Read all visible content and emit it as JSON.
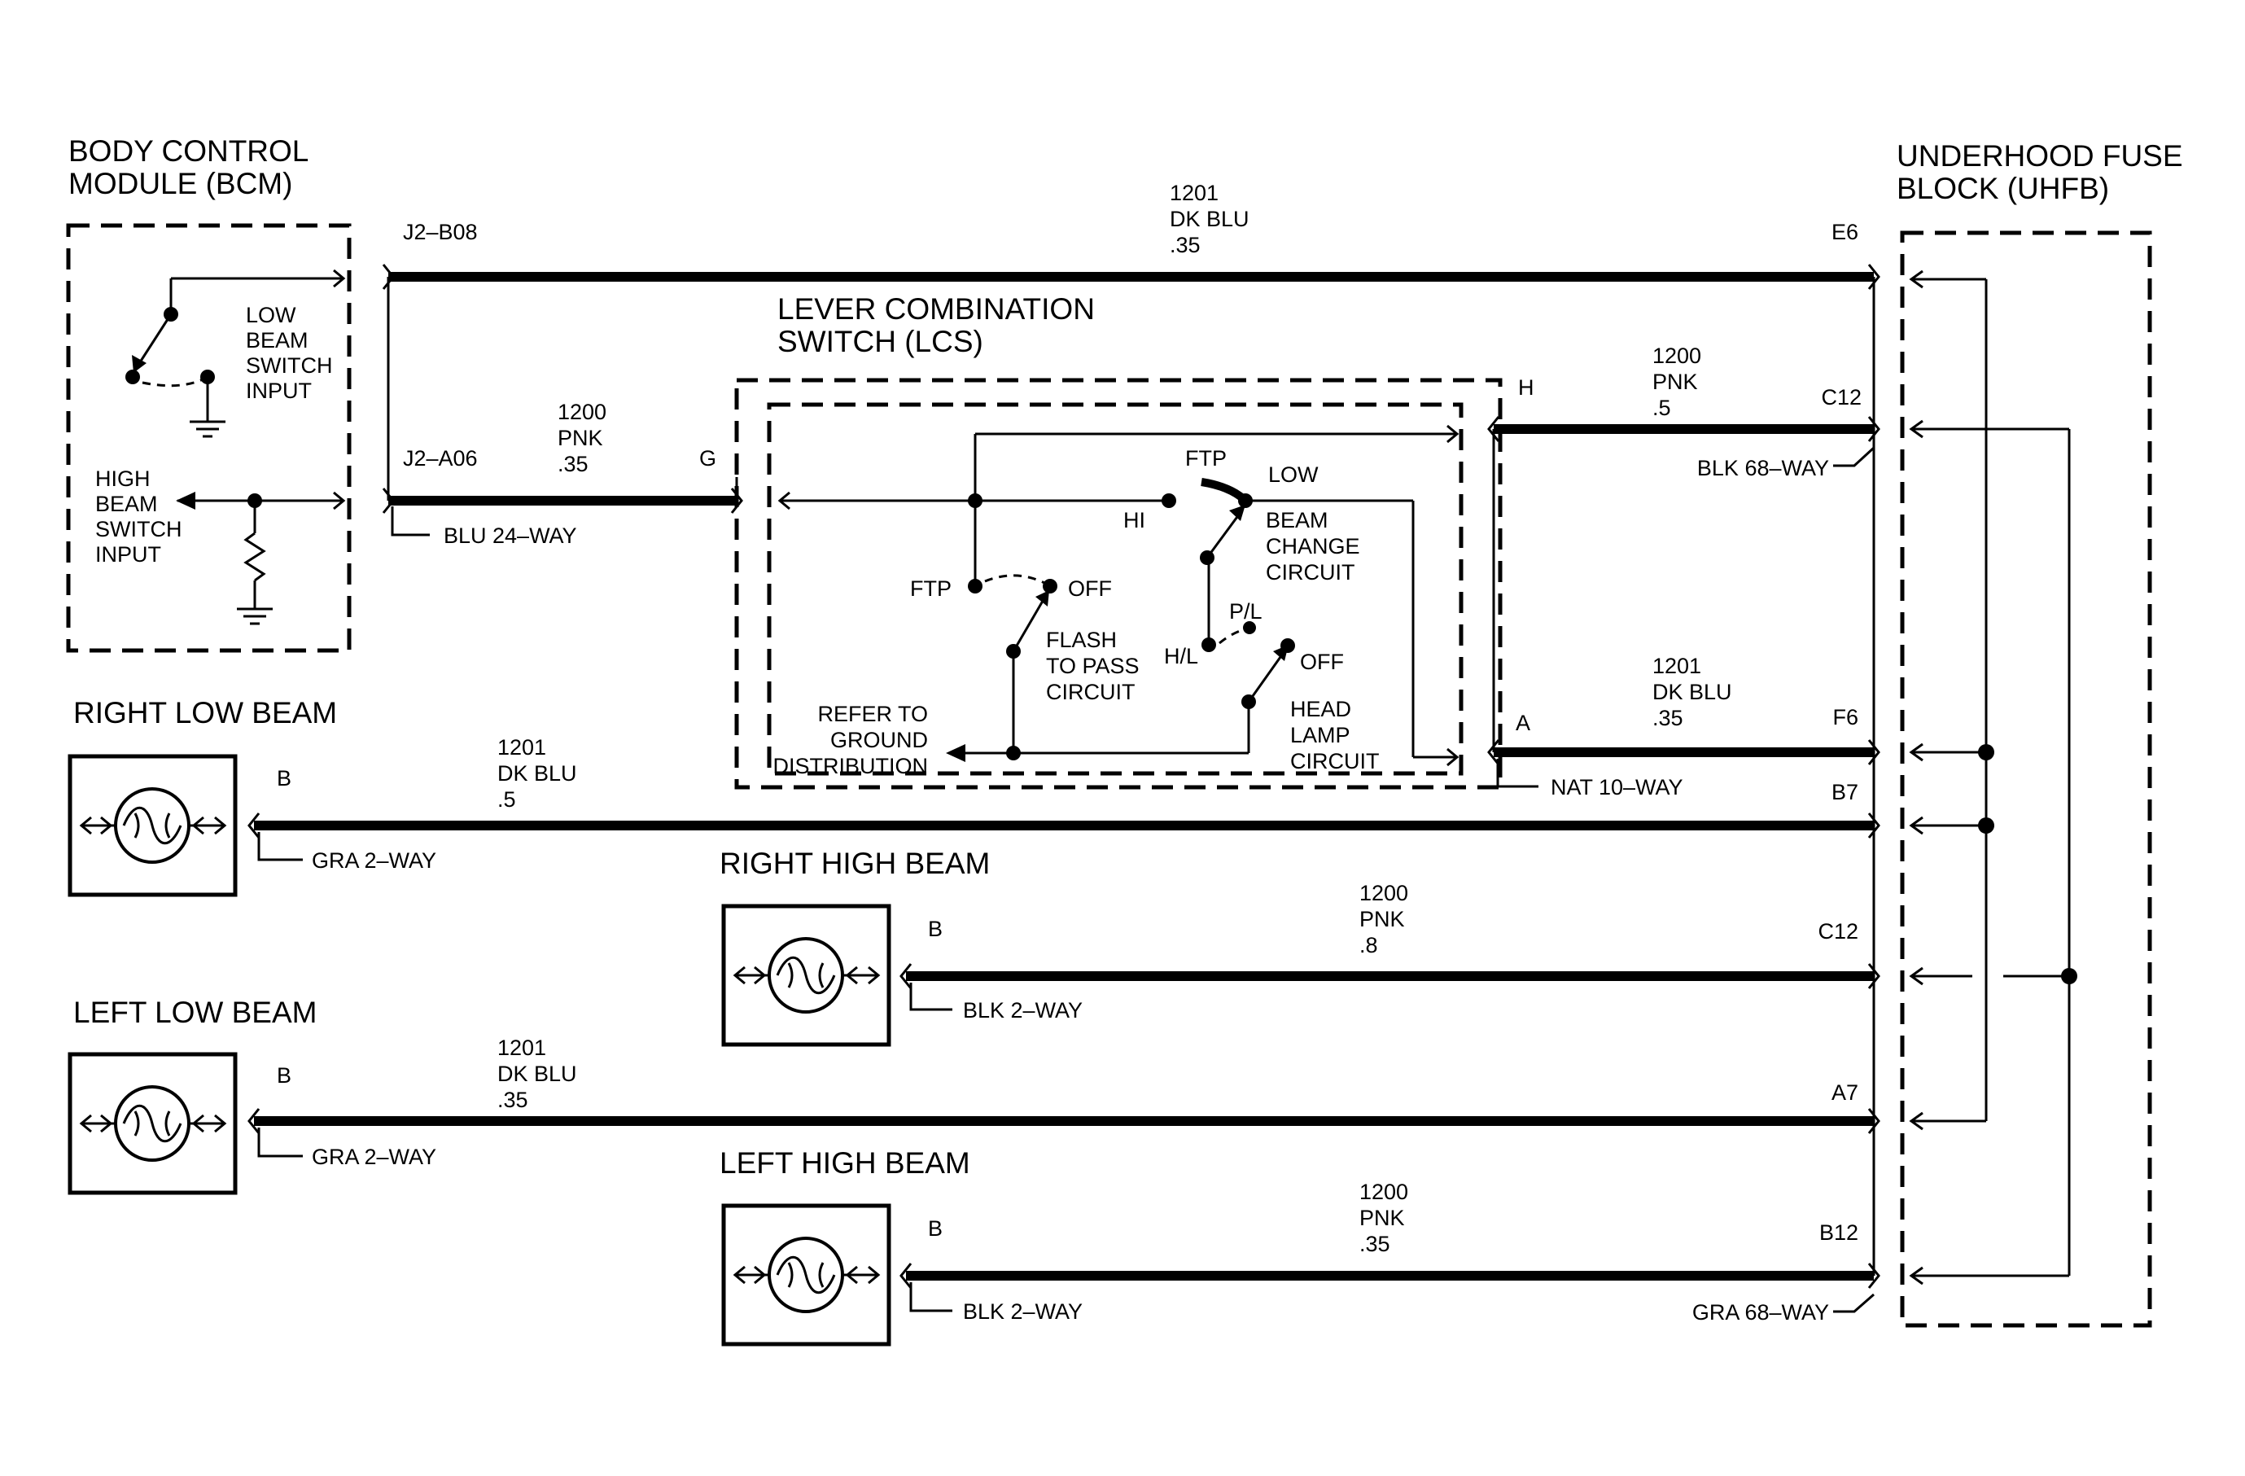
{
  "modules": {
    "bcm": {
      "line1": "BODY CONTROL",
      "line2": "MODULE (BCM)"
    },
    "uhfb": {
      "line1": "UNDERHOOD FUSE",
      "line2": "BLOCK (UHFB)"
    },
    "lcs": {
      "line1": "LEVER COMBINATION",
      "line2": "SWITCH (LCS)"
    }
  },
  "bcm_internal": {
    "low_beam": [
      "LOW",
      "BEAM",
      "SWITCH",
      "INPUT"
    ],
    "high_beam": [
      "HIGH",
      "BEAM",
      "SWITCH",
      "INPUT"
    ]
  },
  "lamps": {
    "right_low": "RIGHT LOW BEAM",
    "right_high": "RIGHT HIGH BEAM",
    "left_low": "LEFT LOW BEAM",
    "left_high": "LEFT HIGH BEAM"
  },
  "lcs_internal": {
    "ftp_top": "FTP",
    "low": "LOW",
    "hi": "HI",
    "ftp_left": "FTP",
    "off1": "OFF",
    "beam_change": [
      "BEAM",
      "CHANGE",
      "CIRCUIT"
    ],
    "flash_to_pass": [
      "FLASH",
      "TO PASS",
      "CIRCUIT"
    ],
    "pl": "P/L",
    "hl": "H/L",
    "off2": "OFF",
    "head_lamp": [
      "HEAD",
      "LAMP",
      "CIRCUIT"
    ],
    "refer_ground": [
      "REFER TO",
      "GROUND",
      "DISTRIBUTION"
    ]
  },
  "wires": {
    "top": {
      "circuit": "1201",
      "color": "DK BLU",
      "gauge": ".35",
      "left_pin": "J2–B08",
      "right_pin": "E6"
    },
    "bcm_lcs": {
      "circuit": "1200",
      "color": "PNK",
      "gauge": ".35",
      "left_pin": "J2–A06",
      "right_pin": "G",
      "connector": "BLU 24–WAY"
    },
    "lcs_h": {
      "circuit": "1200",
      "color": "PNK",
      "gauge": ".5",
      "left_pin": "H",
      "right_pin": "C12",
      "connector": "BLK 68–WAY"
    },
    "lcs_a": {
      "circuit": "1201",
      "color": "DK BLU",
      "gauge": ".35",
      "left_pin": "A",
      "right_pin": "F6",
      "connector": "NAT 10–WAY"
    },
    "right_low": {
      "circuit": "1201",
      "color": "DK BLU",
      "gauge": ".5",
      "left_pin": "B",
      "right_pin": "B7",
      "connector": "GRA 2–WAY"
    },
    "right_high": {
      "circuit": "1200",
      "color": "PNK",
      "gauge": ".8",
      "left_pin": "B",
      "right_pin": "C12",
      "connector": "BLK 2–WAY"
    },
    "left_low": {
      "circuit": "1201",
      "color": "DK BLU",
      "gauge": ".35",
      "left_pin": "B",
      "right_pin": "A7",
      "connector": "GRA 2–WAY"
    },
    "left_high": {
      "circuit": "1200",
      "color": "PNK",
      "gauge": ".35",
      "left_pin": "B",
      "right_pin": "B12",
      "connector": "BLK 2–WAY",
      "uhfb_connector": "GRA 68–WAY"
    }
  }
}
